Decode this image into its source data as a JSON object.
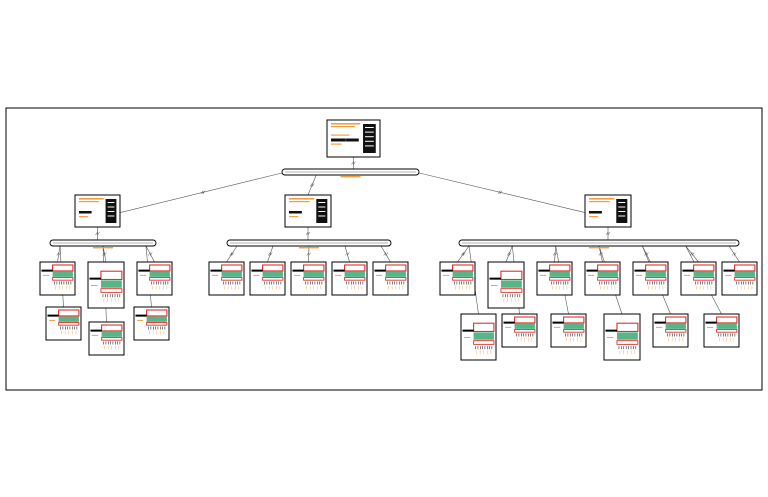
{
  "diagram": {
    "type": "network-topology",
    "colors": {
      "frame": "#000000",
      "bus": "#000000",
      "link": "#555555",
      "label": "#f4a040",
      "module_red": "#e0302a",
      "module_green": "#3aa872",
      "screen": "#111111",
      "background": "#ffffff"
    },
    "root": {
      "id": "main-controller"
    },
    "main_bus": {
      "id": "main-bus"
    },
    "groups": [
      {
        "id": "left",
        "devices": [
          {
            "id": "l1"
          },
          {
            "id": "l2",
            "large": true
          },
          {
            "id": "l3"
          },
          {
            "id": "l4"
          },
          {
            "id": "l5"
          },
          {
            "id": "l6"
          }
        ]
      },
      {
        "id": "middle",
        "devices": [
          {
            "id": "m1"
          },
          {
            "id": "m2"
          },
          {
            "id": "m3"
          },
          {
            "id": "m4"
          },
          {
            "id": "m5"
          }
        ]
      },
      {
        "id": "right",
        "devices": [
          {
            "id": "r1"
          },
          {
            "id": "r2",
            "large": true
          },
          {
            "id": "r3"
          },
          {
            "id": "r4"
          },
          {
            "id": "r5"
          },
          {
            "id": "r6"
          },
          {
            "id": "r7"
          },
          {
            "id": "r8",
            "large": true
          },
          {
            "id": "r9"
          },
          {
            "id": "r10"
          },
          {
            "id": "r11",
            "large": true
          },
          {
            "id": "r12"
          },
          {
            "id": "r13"
          }
        ]
      }
    ]
  }
}
